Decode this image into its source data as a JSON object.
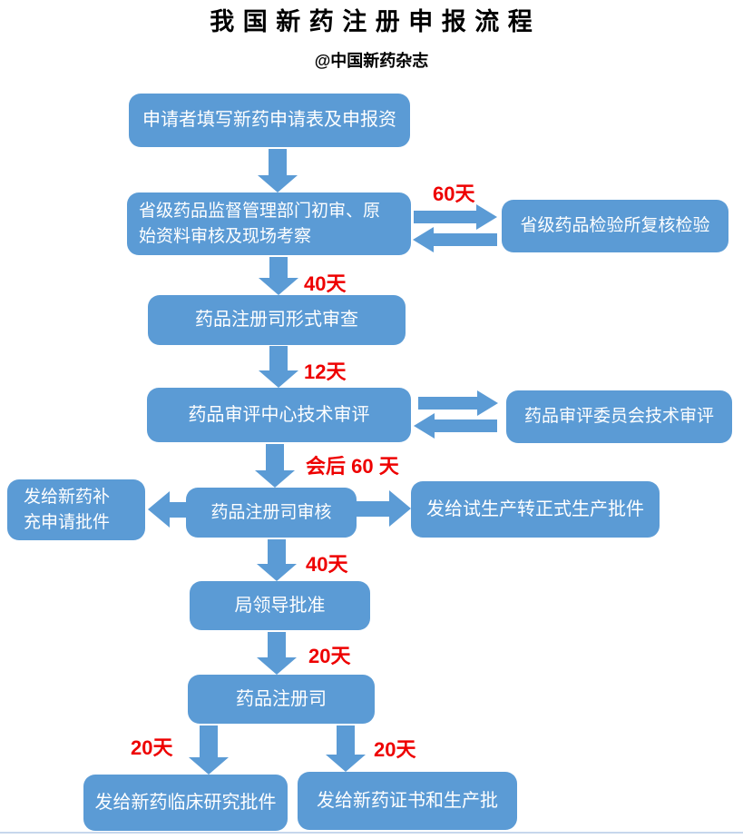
{
  "header": {
    "title": "我 国 新 药 注 册 申 报 流 程",
    "subtitle": "@中国新药杂志"
  },
  "colors": {
    "box_blue": "#5B9BD5",
    "label_red": "#EE0000",
    "text_white": "#FFFFFF",
    "divider_blue": "#C7D7EC"
  },
  "nodes": {
    "applicant_form": "申请者填写新药申请表及申报资",
    "provincial_authority_review": "省级药品监督管理部门初审、原始资料审核及现场考察",
    "provincial_drug_test_institute": "省级药品检验所复核检验",
    "registration_dept_formal_review": "药品注册司形式审查",
    "drug_evaluation_center": "药品审评中心技术审评",
    "drug_evaluation_committee": "药品审评委员会技术审评",
    "supplementary_approval": "发给新药补充申请批件",
    "registration_dept_audit": "药品注册司审核",
    "trial_to_formal_production_approval": "发给试生产转正式生产批件",
    "bureau_leader_approval": "局领导批准",
    "registration_dept": "药品注册司",
    "clinical_research_approval": "发给新药临床研究批件",
    "certificate_production_approval": "发给新药证书和生产批"
  },
  "durations": {
    "sixty": "60天",
    "forty1": "40天",
    "twelve": "12天",
    "meeting60": "会后 60 天",
    "forty2": "40天",
    "twenty1": "20天",
    "twenty_left": "20天",
    "twenty_right": "20天"
  }
}
